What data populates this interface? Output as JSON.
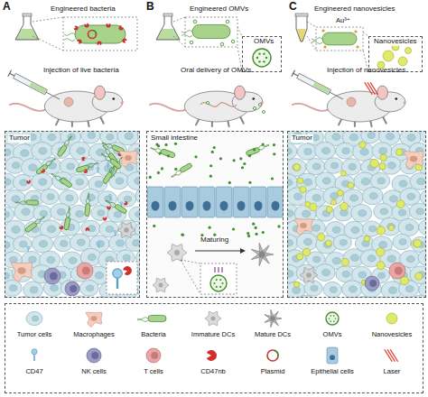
{
  "diagram": {
    "nodes": [
      {
        "text": [
          "OMVs"
        ]
      },
      {
        "text": [
          "Nanovesicles"
        ]
      },
      {
        "text": [
          "Tumor"
        ]
      },
      {
        "text": [
          "Small intestine",
          "Maturing"
        ]
      },
      {
        "text": [
          "Tumor"
        ]
      }
    ],
    "labels": [
      "A",
      "Engineered bacteria",
      "B",
      "Engineered OMVs",
      "C",
      "Engineered nanovesicles",
      "Au³⁺",
      "Injection of live bacteria",
      "Oral delivery of OMVs",
      "Injection of nanovesicles"
    ],
    "legend": [
      {
        "text": "Tumor cells"
      },
      {
        "text": "Macrophages"
      },
      {
        "text": "Bacteria"
      },
      {
        "text": "Immature DCs"
      },
      {
        "text": "Mature DCs"
      },
      {
        "text": "OMVs"
      },
      {
        "text": "Nanovesicles"
      },
      {
        "text": "CD47"
      },
      {
        "text": "NK cells"
      },
      {
        "text": "T cells"
      },
      {
        "text": "CD47nb"
      },
      {
        "text": "Plasmid"
      },
      {
        "text": "Epithelial cells"
      },
      {
        "text": "Laser"
      }
    ]
  }
}
